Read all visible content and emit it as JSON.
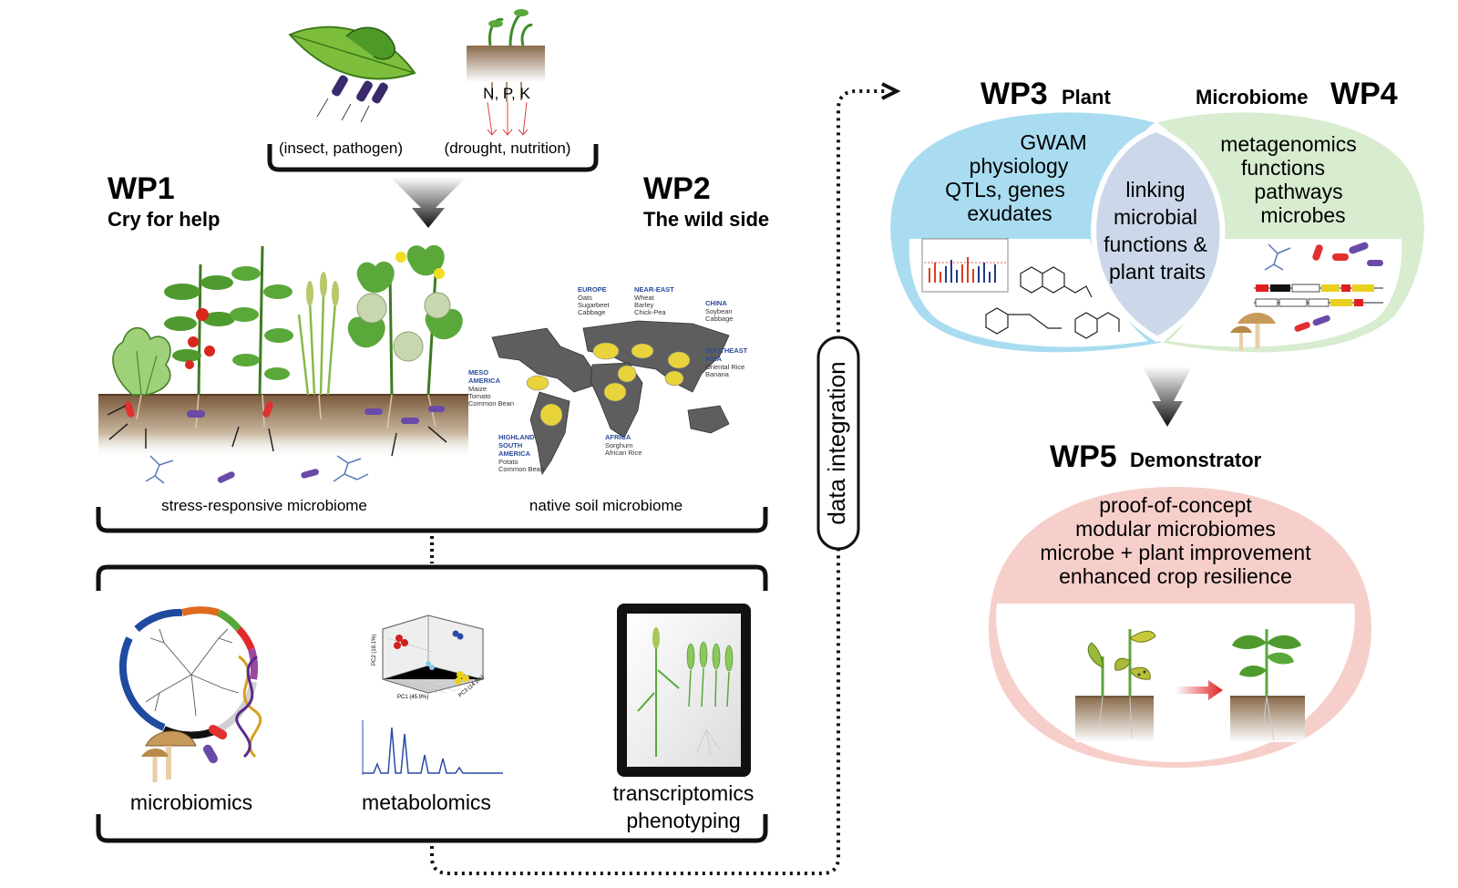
{
  "stresses": {
    "left_label": "(insect, pathogen)",
    "right_label": "(drought, nutrition)",
    "nutrients": "N, P, K"
  },
  "wp1": {
    "number": "WP1",
    "title": "Cry for help",
    "caption": "stress-responsive microbiome"
  },
  "wp2": {
    "number": "WP2",
    "title": "The wild side",
    "caption": "native soil microbiome",
    "regions": [
      {
        "name": "EUROPE",
        "crops": [
          "Oats",
          "Sugarbeet",
          "Cabbage"
        ]
      },
      {
        "name": "NEAR-EAST",
        "crops": [
          "Wheat",
          "Barley",
          "Chick-Pea"
        ]
      },
      {
        "name": "CHINA",
        "crops": [
          "Soybean",
          "Cabbage"
        ]
      },
      {
        "name": "SOUTHEAST ASIA",
        "crops": [
          "Oriental Rice",
          "Banana"
        ]
      },
      {
        "name": "MESO AMERICA",
        "crops": [
          "Maize",
          "Tomato",
          "Common Bean"
        ]
      },
      {
        "name": "HIGHLAND SOUTH AMERICA",
        "crops": [
          "Potato",
          "Common Bean"
        ]
      },
      {
        "name": "AFRICA",
        "crops": [
          "Sorghum",
          "African Rice"
        ]
      }
    ]
  },
  "omics": {
    "microbiomics": "microbiomics",
    "metabolomics": "metabolomics",
    "transcriptomics": "transcriptomics",
    "phenotyping": "phenotyping",
    "pca_axes": [
      "PC1 (45.9%)",
      "PC2 (19.1%)",
      "PC3 (14.2%)"
    ]
  },
  "integration_label": "data integration",
  "wp3": {
    "number": "WP3",
    "title": "Plant",
    "items": [
      "GWAM",
      "physiology",
      "QTLs, genes",
      "exudates"
    ]
  },
  "wp4": {
    "number": "WP4",
    "title": "Microbiome",
    "items": [
      "metagenomics",
      "functions",
      "pathways",
      "microbes"
    ]
  },
  "center_ellipse": {
    "lines": [
      "linking",
      "microbial",
      "functions &",
      "plant traits"
    ]
  },
  "wp5": {
    "number": "WP5",
    "title": "Demonstrator",
    "items": [
      "proof-of-concept",
      "modular microbiomes",
      "microbe + plant improvement",
      "enhanced crop resilience"
    ]
  },
  "colors": {
    "wp3_fill": "#a9dcf0",
    "wp4_fill": "#d8ecd0",
    "center_fill": "#ccd8ea",
    "wp5_fill": "#f6cfcb",
    "soil": "#8a6a4a",
    "map_land": "#5e5e5e",
    "map_highlight": "#e8d33a",
    "microbe_red": "#e03030",
    "microbe_purple": "#6a4aa8"
  }
}
